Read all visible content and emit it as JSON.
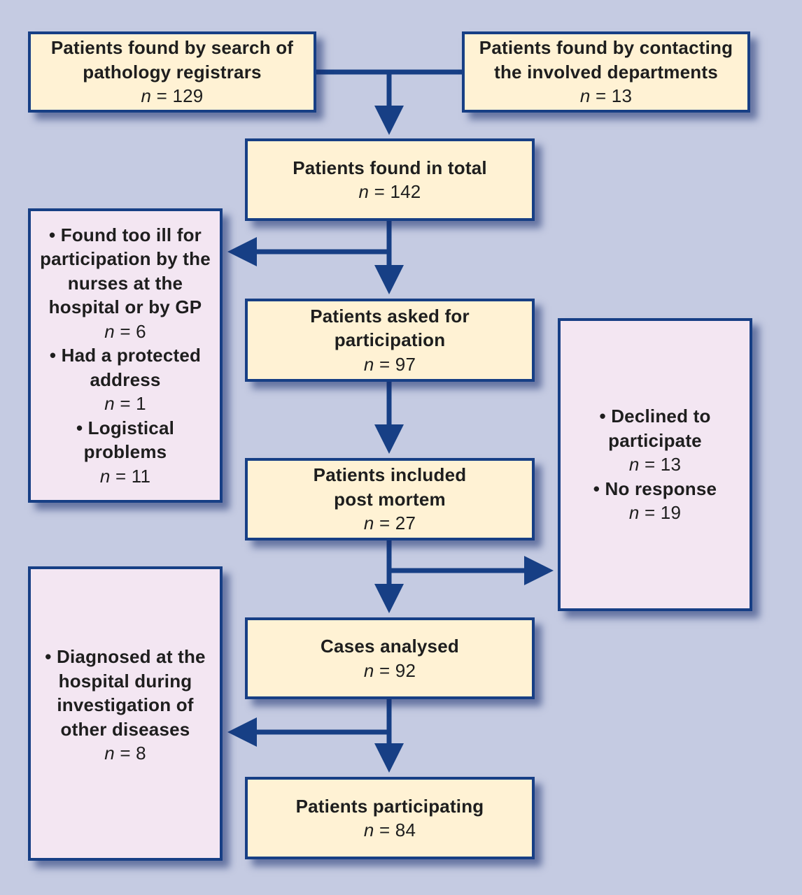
{
  "boxes": {
    "pathology": {
      "lines": [
        "Patients found by search of",
        "pathology registrars"
      ],
      "n_label": "n",
      "n_value": "= 129"
    },
    "departments": {
      "lines": [
        "Patients found by contacting",
        "the involved departments"
      ],
      "n_label": "n",
      "n_value": "= 13"
    },
    "total": {
      "lines": [
        "Patients found in total"
      ],
      "n_label": "n",
      "n_value": "= 142"
    },
    "asked": {
      "lines": [
        "Patients asked for",
        "participation"
      ],
      "n_label": "n",
      "n_value": "= 97"
    },
    "post_mortem": {
      "lines": [
        "Patients included",
        "post mortem"
      ],
      "n_label": "n",
      "n_value": "= 27"
    },
    "analysed": {
      "lines": [
        "Cases analysed"
      ],
      "n_label": "n",
      "n_value": "= 92"
    },
    "participating": {
      "lines": [
        "Patients participating"
      ],
      "n_label": "n",
      "n_value": "= 84"
    }
  },
  "exclusions": {
    "first": {
      "items": [
        {
          "lines": [
            "• Found too ill for",
            "participation by the",
            "nurses at the",
            "hospital or by GP"
          ],
          "n_label": "n",
          "n_value": "= 6"
        },
        {
          "lines": [
            "• Had a protected",
            "address"
          ],
          "n_label": "n",
          "n_value": "= 1"
        },
        {
          "lines": [
            "• Logistical",
            "problems"
          ],
          "n_label": "n",
          "n_value": "= 11"
        }
      ]
    },
    "second": {
      "items": [
        {
          "lines": [
            "• Declined to",
            "participate"
          ],
          "n_label": "n",
          "n_value": "= 13"
        },
        {
          "lines": [
            "• No response"
          ],
          "n_label": "n",
          "n_value": "= 19"
        }
      ]
    },
    "third": {
      "items": [
        {
          "lines": [
            "• Diagnosed at the",
            "hospital during",
            "investigation of",
            "other diseases"
          ],
          "n_label": "n",
          "n_value": "= 8"
        }
      ]
    }
  },
  "colors": {
    "background": "#c5cbe2",
    "border": "#173f85",
    "main_fill": "#fff2d4",
    "side_fill": "#f3e6f2"
  }
}
